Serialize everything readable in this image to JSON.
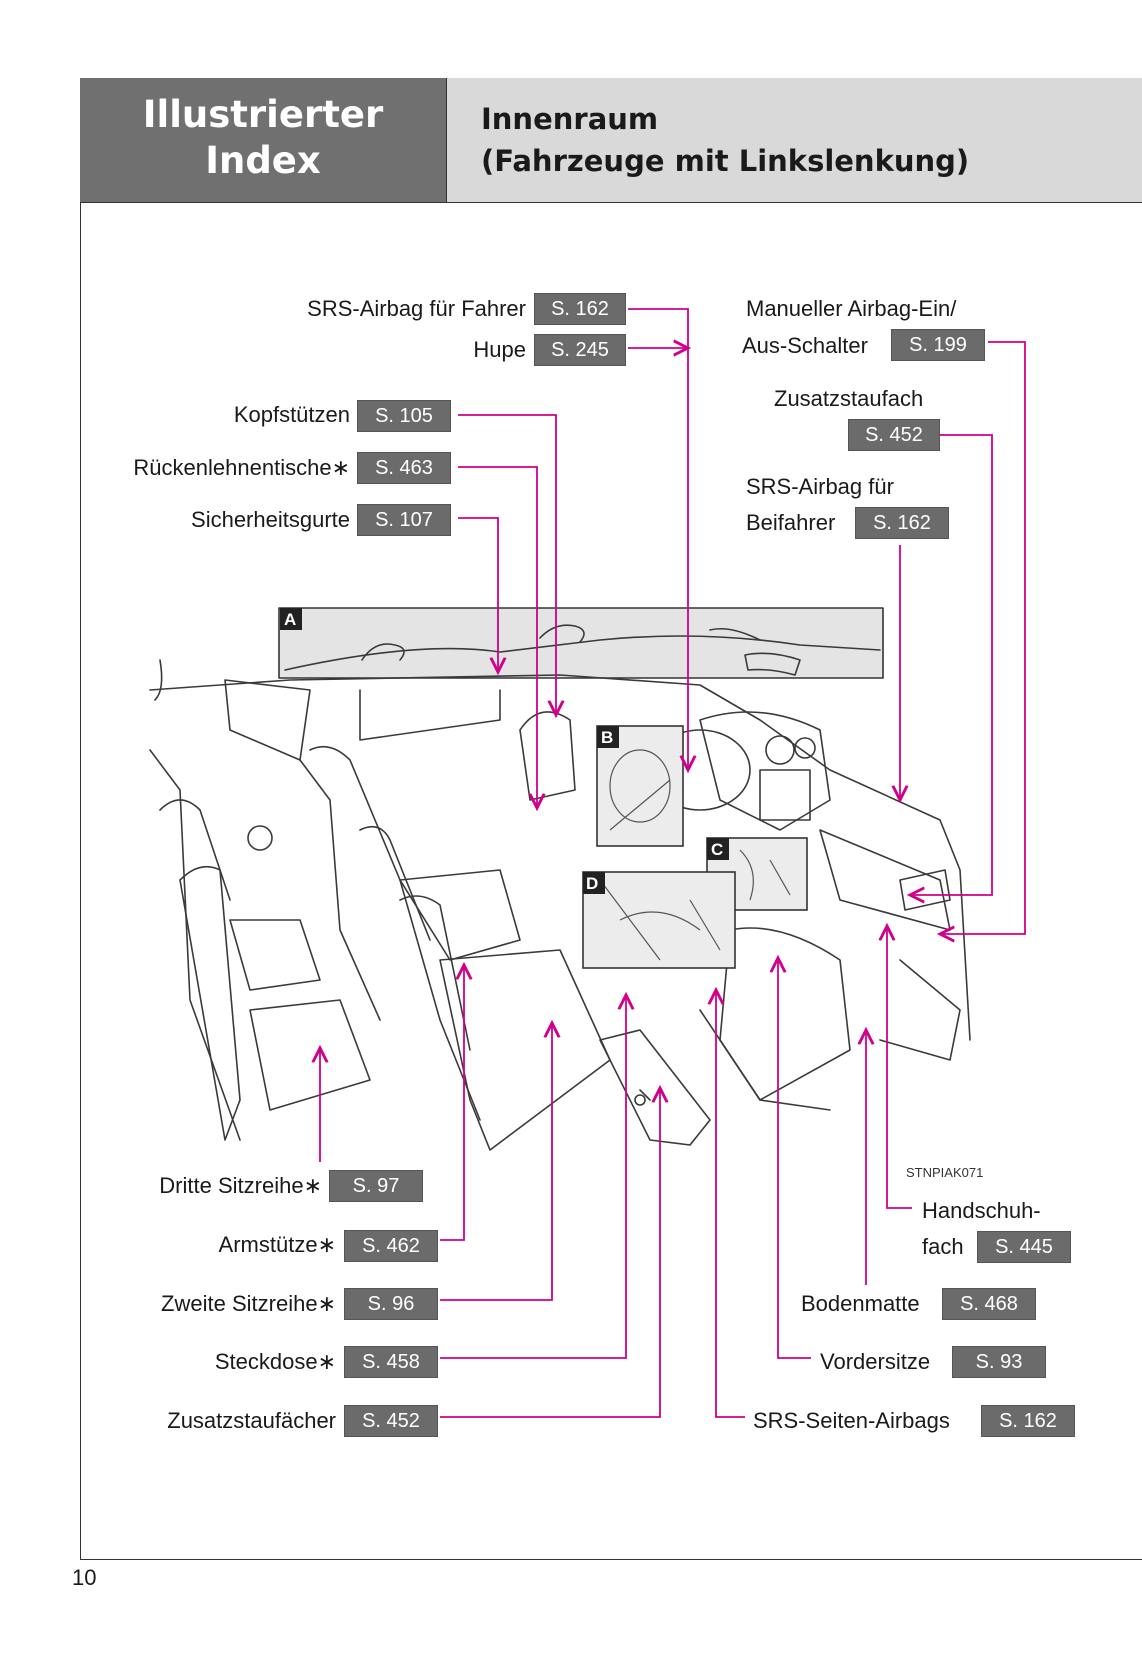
{
  "header": {
    "left_line1": "Illustrierter",
    "left_line2": "Index",
    "right_line1": "Innenraum",
    "right_line2": "(Fahrzeuge mit Linkslenkung)"
  },
  "colors": {
    "leader_line": "#d0008a",
    "badge_bg": "#6b6b6b",
    "header_left": "#707070",
    "header_right": "#d9d9d9"
  },
  "labels": {
    "srs_fahrer": {
      "text": "SRS-Airbag für Fahrer",
      "page": "S. 162"
    },
    "hupe": {
      "text": "Hupe",
      "page": "S. 245"
    },
    "kopfstuetzen": {
      "text": "Kopfstützen",
      "page": "S. 105"
    },
    "rueckenlehnentische": {
      "text": "Rückenlehnentische",
      "page": "S. 463"
    },
    "sicherheitsgurte": {
      "text": "Sicherheitsgurte",
      "page": "S. 107"
    },
    "manueller_line1": "Manueller Airbag-Ein/",
    "manueller": {
      "text": "Aus-Schalter",
      "page": "S. 199"
    },
    "zusatzstaufach": {
      "text": "Zusatzstaufach",
      "page": "S. 452"
    },
    "srs_beifahrer_line1": "SRS-Airbag für",
    "srs_beifahrer": {
      "text": "Beifahrer",
      "page": "S. 162"
    },
    "dritte_sitzreihe": {
      "text": "Dritte Sitzreihe",
      "page": "S. 97"
    },
    "armstuetze": {
      "text": "Armstütze",
      "page": "S. 462"
    },
    "zweite_sitzreihe": {
      "text": "Zweite Sitzreihe",
      "page": "S. 96"
    },
    "steckdose": {
      "text": "Steckdose",
      "page": "S. 458"
    },
    "zusatzstaufaecher": {
      "text": "Zusatzstaufächer",
      "page": "S. 452"
    },
    "handschuh_line1": "Handschuh-",
    "handschuhfach": {
      "text": "fach",
      "page": "S. 445"
    },
    "bodenmatte": {
      "text": "Bodenmatte",
      "page": "S. 468"
    },
    "vordersitze": {
      "text": "Vordersitze",
      "page": "S. 93"
    },
    "srs_seiten": {
      "text": "SRS-Seiten-Airbags",
      "page": "S. 162"
    },
    "asterisk": "∗"
  },
  "image_code": "STNPIAK071",
  "inset_labels": {
    "a": "A",
    "b": "B",
    "c": "C",
    "d": "D"
  },
  "page_number": "10"
}
